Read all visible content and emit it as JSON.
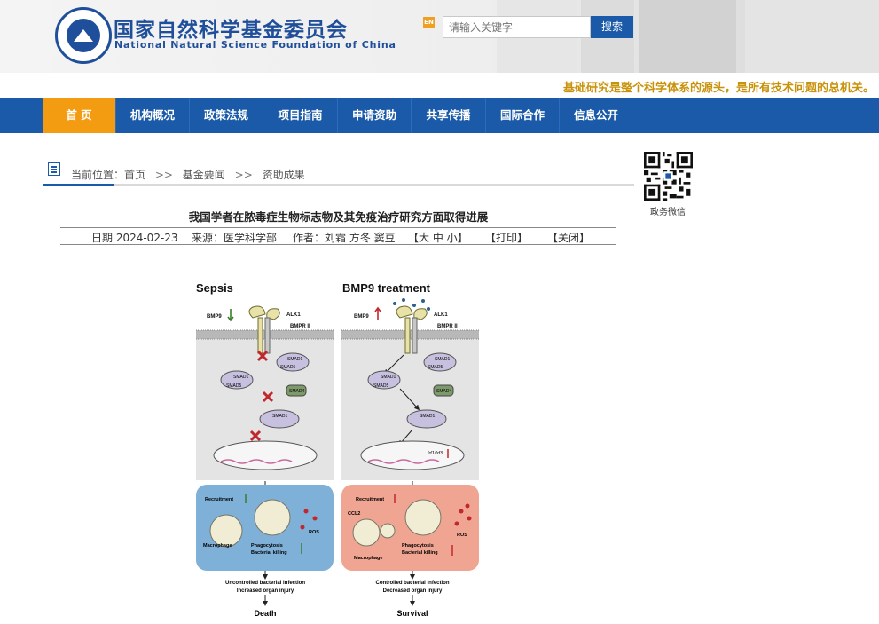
{
  "header": {
    "title_cn": "国家自然科学基金委员会",
    "title_en": "National Natural Science Foundation of China",
    "en_badge": "EN",
    "search_placeholder": "请输入关键字",
    "search_button": "搜索"
  },
  "slogan": "基础研究是整个科学体系的源头，是所有技术问题的总机关。",
  "nav": {
    "items": [
      "首 页",
      "机构概况",
      "政策法规",
      "项目指南",
      "申请资助",
      "共享传播",
      "国际合作",
      "信息公开"
    ]
  },
  "breadcrumb": {
    "prefix": "当前位置：",
    "items": [
      "首页",
      "基金要闻",
      "资助成果"
    ],
    "separator": ">>"
  },
  "qr_label": "政务微信",
  "article": {
    "title": "我国学者在脓毒症生物标志物及其免疫治疗研究方面取得进展",
    "date": "日期 2024-02-23",
    "source": "来源：医学科学部",
    "author": "作者：刘霜 方冬 窦豆",
    "font_size": "【大 中 小】",
    "print": "【打印】",
    "close": "【关闭】"
  },
  "figure": {
    "left_title": "Sepsis",
    "right_title": "BMP9 treatment",
    "bmp9": "BMP9",
    "alk1": "ALK1",
    "bmpr": "BMPR II",
    "smad1": "SMAD1",
    "smad5": "SMAD5",
    "smad4": "SMAD4",
    "id": "Id1/Id3",
    "recruitment": "Recruitment",
    "ros": "ROS",
    "macrophage": "Macrophage",
    "phago": "Phagocytosis",
    "killing": "Bacterial killing",
    "ccl2": "CCL2",
    "left_out1": "Uncontrolled bacterial infection",
    "left_out2": "Increased organ injury",
    "left_final": "Death",
    "right_out1": "Controlled bacterial infection",
    "right_out2": "Decreased organ injury",
    "right_final": "Survival"
  },
  "colors": {
    "brand_blue": "#1a5aa8",
    "nav_active": "#f39c12",
    "slogan": "#c8920a",
    "left_panel": "#7fb0d8",
    "right_panel": "#f0a593"
  }
}
